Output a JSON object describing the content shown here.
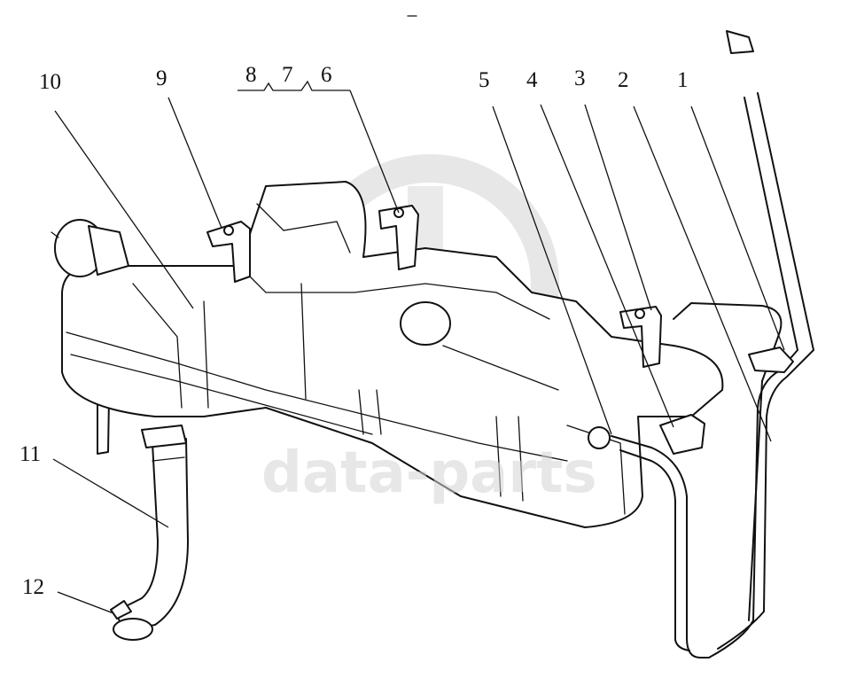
{
  "callouts": [
    {
      "label": "1"
    },
    {
      "label": "2"
    },
    {
      "label": "3"
    },
    {
      "label": "4"
    },
    {
      "label": "5"
    },
    {
      "label": "6"
    },
    {
      "label": "7"
    },
    {
      "label": "8"
    },
    {
      "label": "9"
    },
    {
      "label": "10"
    },
    {
      "label": "11"
    },
    {
      "label": "12"
    }
  ],
  "watermark": {
    "text": "data-parts",
    "color": "#d4d4d4"
  }
}
